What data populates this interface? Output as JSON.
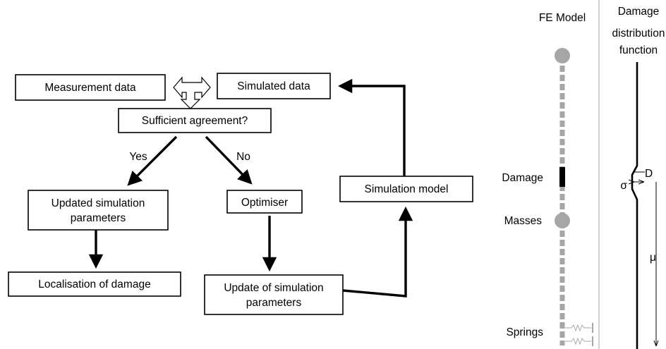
{
  "flowchart": {
    "measurement_data": "Measurement data",
    "simulated_data": "Simulated data",
    "sufficient_agreement": "Sufficient agreement?",
    "yes_label": "Yes",
    "no_label": "No",
    "updated_simulation_parameters_line1": "Updated simulation",
    "updated_simulation_parameters_line2": "parameters",
    "optimiser": "Optimiser",
    "simulation_model": "Simulation model",
    "localisation_of_damage": "Localisation of damage",
    "update_of_simulation_parameters_line1": "Update of simulation",
    "update_of_simulation_parameters_line2": "parameters"
  },
  "fe_model": {
    "title": "FE Model",
    "damage_label": "Damage",
    "masses_label": "Masses",
    "springs_label": "Springs"
  },
  "damage_distribution": {
    "title_line1": "Damage",
    "title_line2": "distribution",
    "title_line3": "function",
    "d_label": "D",
    "sigma_label": "σ",
    "mu_label": "μ"
  },
  "colors": {
    "mass_fill": "#a6a6a6",
    "beam_gray": "#a6a6a6",
    "damage_black": "#000000"
  }
}
